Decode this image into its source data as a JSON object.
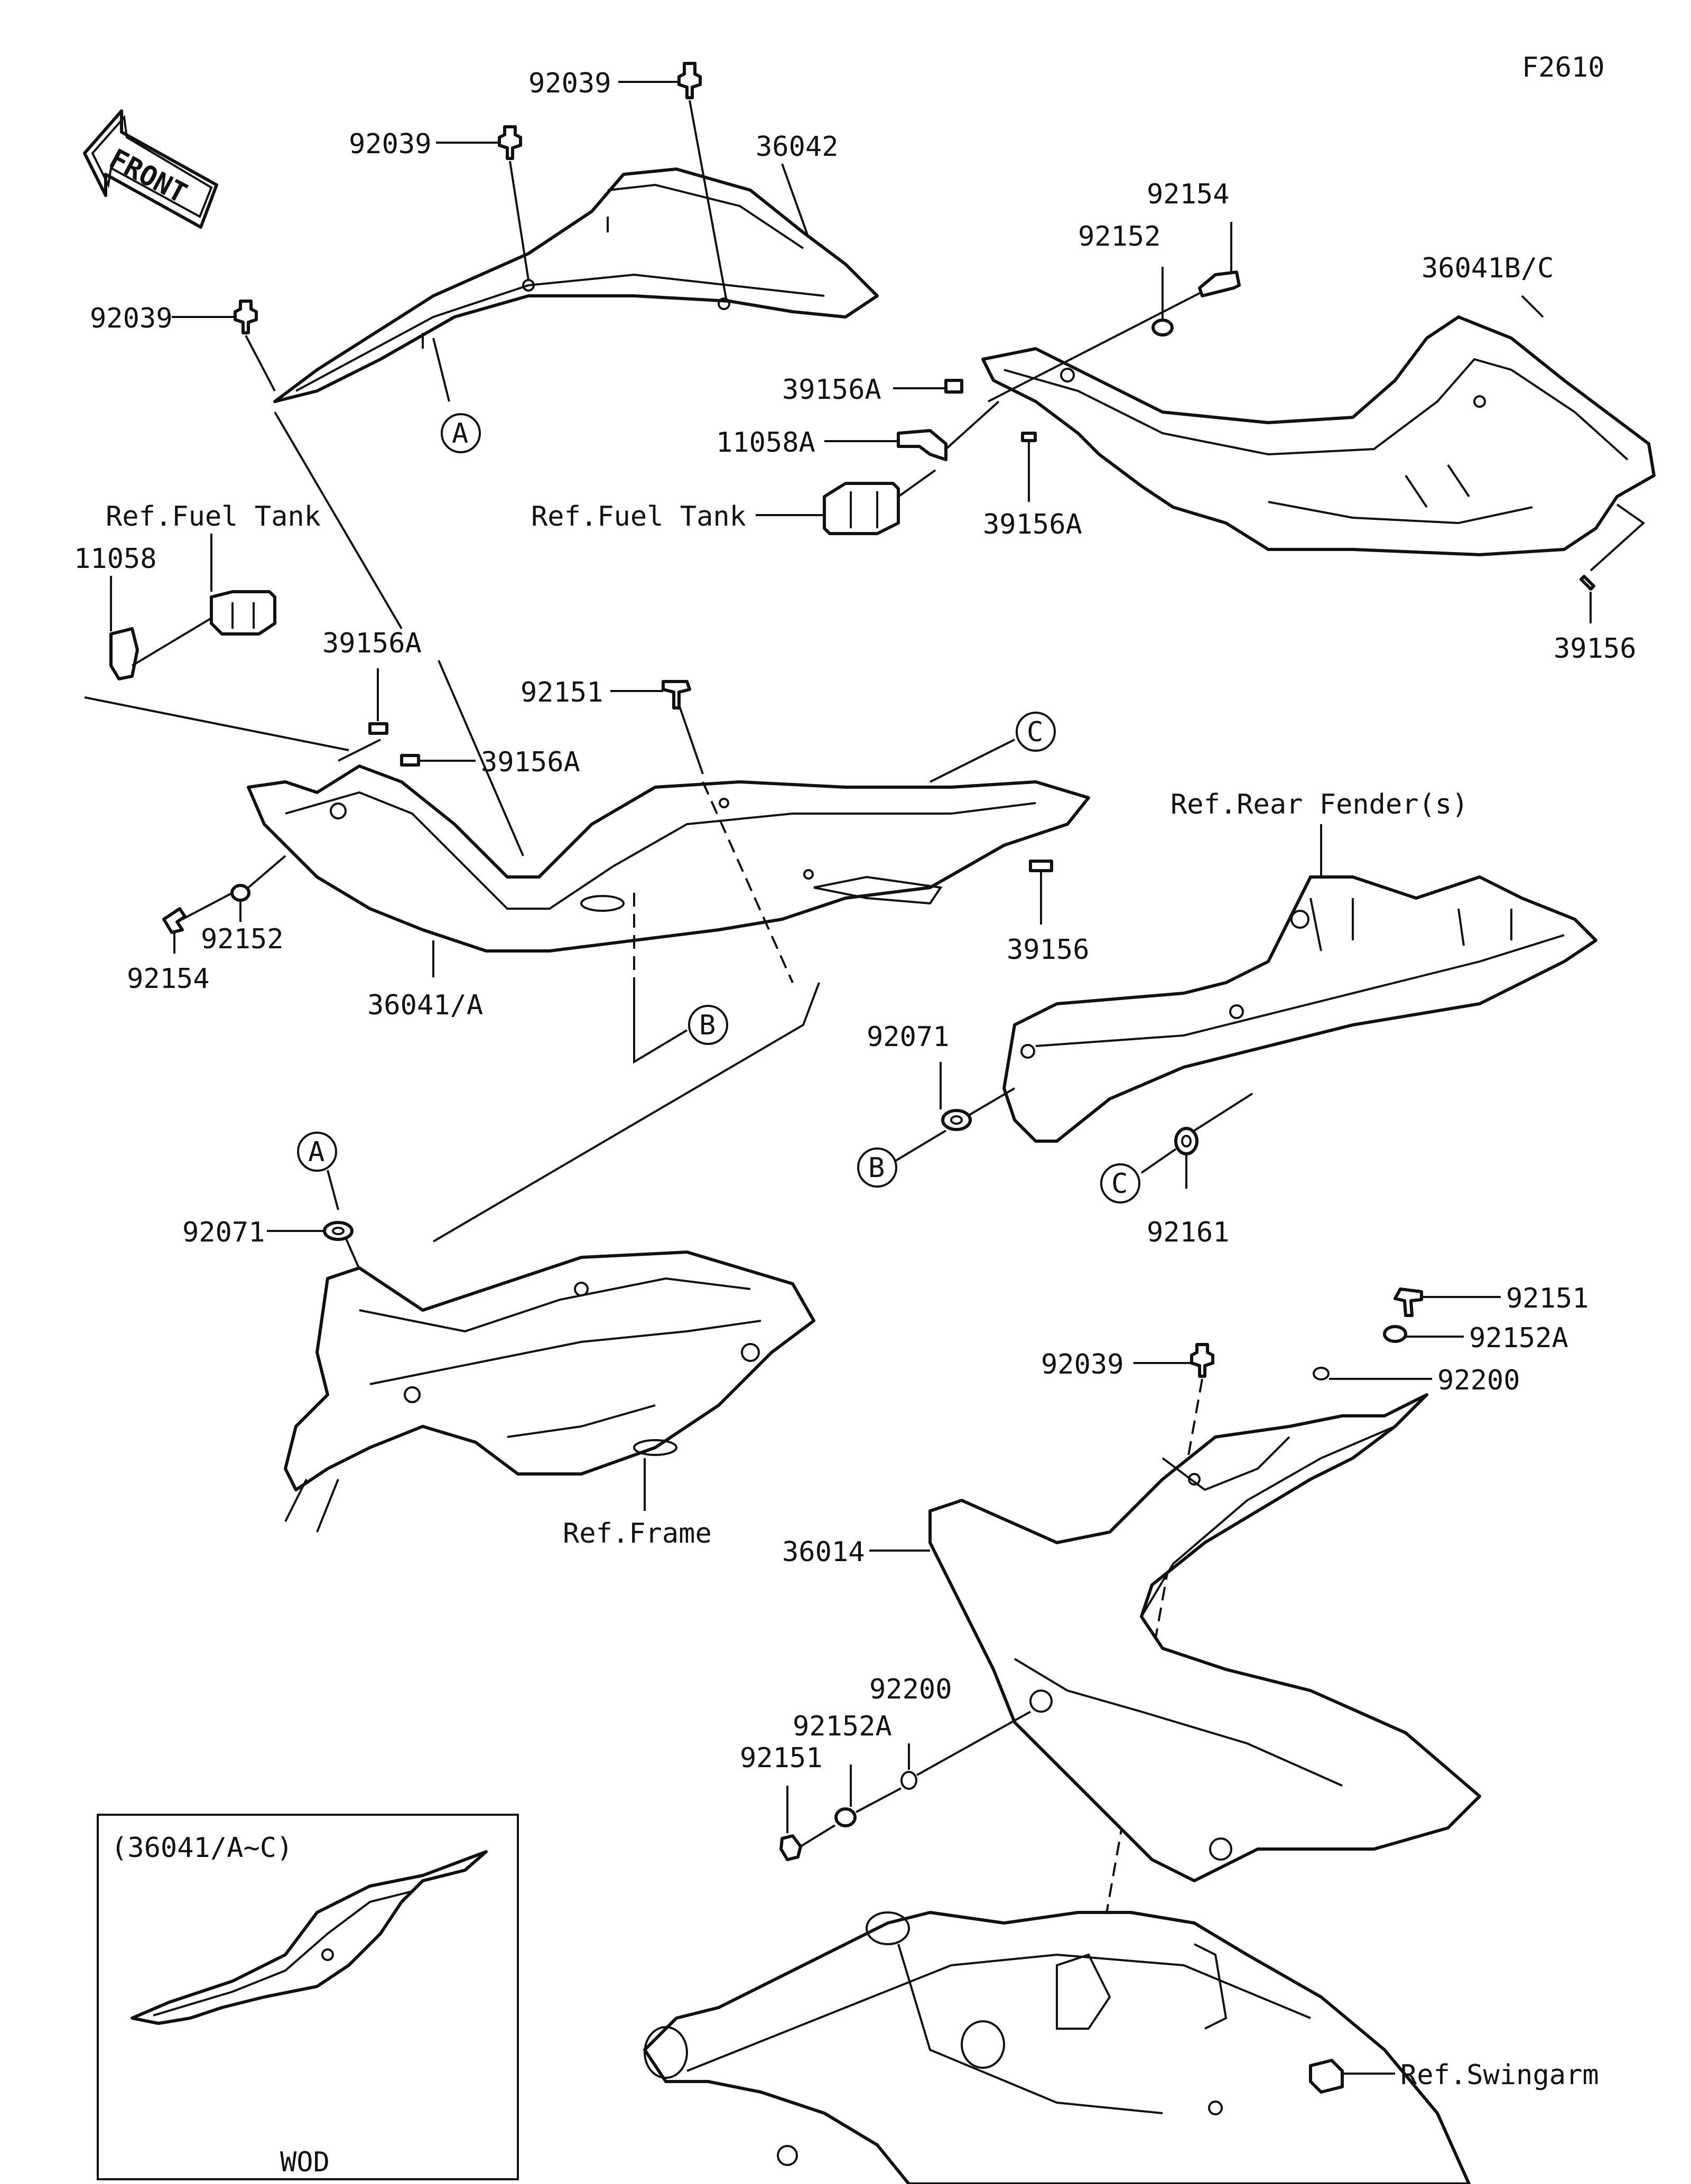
{
  "figure_id": "F2610",
  "front_label": "FRONT",
  "inset_label": "(36041/A~C)",
  "inset_note": "WOD",
  "callouts": {
    "a1": "A",
    "a2": "A",
    "b1": "B",
    "b2": "B",
    "c1": "C",
    "c2": "C"
  },
  "labels": {
    "p92039_top": "92039",
    "p92039_mid": "92039",
    "p92039_left": "92039",
    "p36042": "36042",
    "p92154_top": "92154",
    "p92152_top": "92152",
    "p36041bc": "36041B/C",
    "p39156a_r1": "39156A",
    "p11058a": "11058A",
    "ref_fuel_tank_r": "Ref.Fuel Tank",
    "p39156a_r2": "39156A",
    "p39156_r": "39156",
    "ref_fuel_tank_l": "Ref.Fuel Tank",
    "p11058": "11058",
    "p39156a_l1": "39156A",
    "p92151_mid": "92151",
    "p39156a_l2": "39156A",
    "p92152_left": "92152",
    "p92154_left": "92154",
    "p36041a": "36041/A",
    "p39156_l": "39156",
    "ref_rear_fender": "Ref.Rear Fender(s)",
    "p92071_r": "92071",
    "p92161": "92161",
    "p92071_l": "92071",
    "ref_frame": "Ref.Frame",
    "p92151_r": "92151",
    "p92152a_r": "92152A",
    "p92039_r": "92039",
    "p92200_r": "92200",
    "p36014": "36014",
    "p92200_b": "92200",
    "p92152a_b": "92152A",
    "p92151_b": "92151",
    "ref_swingarm": "Ref.Swingarm"
  }
}
